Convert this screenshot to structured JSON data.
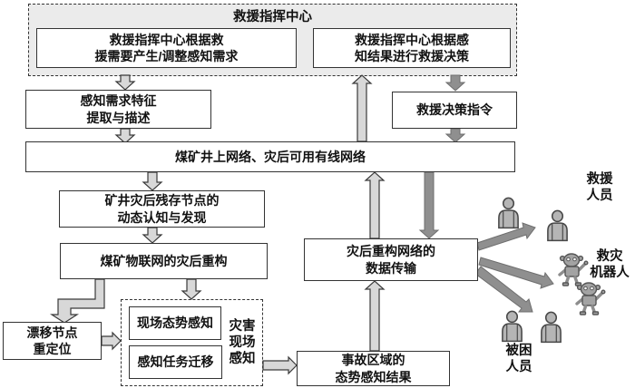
{
  "command_center": {
    "title": "救援指挥中心",
    "generate_box": "救援指挥中心根据救\n援需要产生/调整感知需求",
    "decide_box": "救援指挥中心根据感\n知结果进行救援决策"
  },
  "boxes": {
    "feature": "感知需求特征\n提取与描述",
    "command": "救援决策指令",
    "network": "煤矿井上网络、灾后可用有线网络",
    "discover": "矿井灾后残存节点的\n动态认知与发现",
    "rebuild": "煤矿物联网的灾后重构",
    "relocate": "漂移节点\n重定位",
    "situation": "现场态势感知",
    "migrate": "感知任务迁移",
    "scene_panel_label": "灾害\n现场\n感知",
    "transmit": "灾后重构网络的\n数据传输",
    "result": "事故区域的\n态势感知结果"
  },
  "actors": {
    "rescuers": "救援\n人员",
    "robots": "救灾\n机器人",
    "trapped": "被困\n人员"
  },
  "colors": {
    "panel_bg": "#ebebeb",
    "box_border": "#333333",
    "light_arrow": "#d8d8d8",
    "dark_arrow": "#8f8f8f"
  }
}
